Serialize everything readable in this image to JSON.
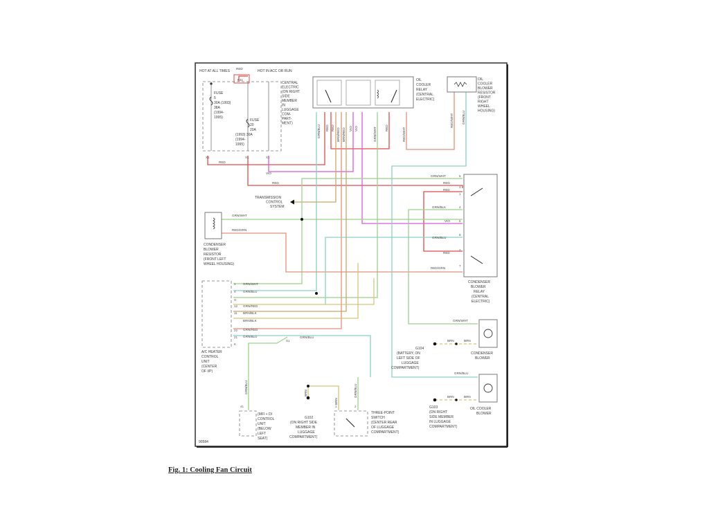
{
  "diagram": {
    "figure_id": "90584",
    "caption": "Fig. 1: Cooling Fan Circuit",
    "power": {
      "hot_at_all_times": "HOT AT ALL TIMES",
      "hot_in_acc_or_run": "HOT IN ACC OR RUN",
      "wire_top": "RED",
      "fuse_box_label": "F41",
      "fuse5": [
        "FUSE",
        "5",
        "30A (1993)",
        "38A",
        "(1994-",
        "1995)"
      ],
      "fuse20": [
        "FUSE",
        "20",
        "20A",
        "(1993) 30A",
        "(1994-",
        "1995)"
      ],
      "central_electric": [
        "CENTRAL",
        "ELECTRIC",
        "(ON RIGHT",
        "SIDE",
        "MEMBER",
        "IN",
        "LUGGAGE",
        "COM-",
        "PART-",
        "MENT)"
      ],
      "pin_a": "X1",
      "pin_b": "X1",
      "pin_c": "X1",
      "wire_left_red": "RED",
      "wire_vio": "VIO"
    },
    "oil_cooler_relay": {
      "label": [
        "OIL",
        "COOLER",
        "RELAY",
        "(CENTRAL",
        "ELECTRIC)"
      ],
      "wires": [
        "GRN/BLU",
        "RED",
        "RED",
        "BRN/RED",
        "BRN/RED",
        "VIO",
        "VIO",
        "GRN/WHT",
        "RED",
        "RED/WHT"
      ]
    },
    "oil_cooler_resistor": {
      "label": [
        "OIL",
        "COOLER",
        "BLOWER",
        "RESISTOR",
        "(FRONT",
        "RIGHT",
        "WHEEL",
        "HOUSING)"
      ],
      "wires": [
        "RED/WHT",
        "GRN/BLU"
      ]
    },
    "transmission": [
      "TRANSMISSION",
      "CONTROL",
      "SYSTEM"
    ],
    "condenser_resistor": {
      "label": [
        "CONDENSER",
        "BLOWER",
        "RESISTOR",
        "(FRONT LEFT",
        "WHEEL HOUSING)"
      ],
      "wires": [
        "GRN/WHT",
        "RED/GRN"
      ]
    },
    "condenser_relay": {
      "label": [
        "CONDENSER",
        "BLOWER",
        "RELAY",
        "(CENTRAL",
        "ELECTRIC)"
      ],
      "wires": [
        "GRN/WHT",
        "RED",
        "RED",
        "GRN/BLK",
        "VIO",
        "GRN/BLU",
        "RED",
        "RED/GRN"
      ],
      "pins": [
        "5",
        "3",
        "1",
        "4",
        "6",
        "8",
        "2",
        "7"
      ]
    },
    "ac_heater": {
      "label": [
        "A/C HEATER",
        "CONTROL",
        "UNIT",
        "(CENTER",
        "OF I/P)"
      ],
      "pins": [
        "1",
        "4",
        "G",
        "12",
        "11",
        "",
        "22",
        "21",
        "K"
      ],
      "wires": [
        "GRN/WHT",
        "GRN/BLU",
        "",
        "GRN/RED",
        "BRN/BLK",
        "BRN/BLK",
        "GRN/RED",
        "GRN/BLU",
        ""
      ],
      "wire_far": "GRN/BLU",
      "splice": "S1"
    },
    "condenser_blower": {
      "label": [
        "CONDENSER",
        "BLOWER"
      ],
      "wire_in": "GRN/WHT",
      "gnd_wires": [
        "BRN",
        "BRN"
      ],
      "ground": [
        "G104",
        "(BATTERY, ON",
        "LEFT SIDE OF",
        "LUGGAGE",
        "COMPARTMENT)"
      ]
    },
    "oil_cooler_blower": {
      "label": [
        "OIL COOLER",
        "BLOWER"
      ],
      "wire_in": "GRN/BLU",
      "gnd_wires": [
        "BRN",
        "BRN"
      ],
      "ground": [
        "G103",
        "(ON RIGHT",
        "SIDE MEMBER",
        "IN LUGGAGE",
        "COMPARTMENT)"
      ]
    },
    "dme": {
      "label": [
        "(MFI + DI",
        "CONTROL",
        "UNIT",
        "(BELOW",
        "LEFT",
        "SEAT)"
      ],
      "pin": "41",
      "wire": "GRN/BLU"
    },
    "g102": {
      "label": [
        "G102",
        "(ON RIGHT SIDE",
        "MEMBER IN",
        "LUGGAGE",
        "COMPARTMENT)"
      ],
      "wire": "BRN"
    },
    "three_point_switch": {
      "label": [
        "THREE-POINT",
        "SWITCH",
        "(CENTER REAR",
        "OF LUGGAGE",
        "COMPARTMENT)"
      ],
      "wires": [
        "BRN",
        "GRN/BLU"
      ],
      "pins": [
        "1",
        "2"
      ]
    },
    "colors": {
      "red": "#e24a4a",
      "violet": "#d85ad8",
      "green": "#9bd28a",
      "teal": "#8ccfc4",
      "brown": "#c9a56a",
      "tan": "#d8c27a",
      "salmon": "#e0917a",
      "frame": "#444444"
    }
  }
}
